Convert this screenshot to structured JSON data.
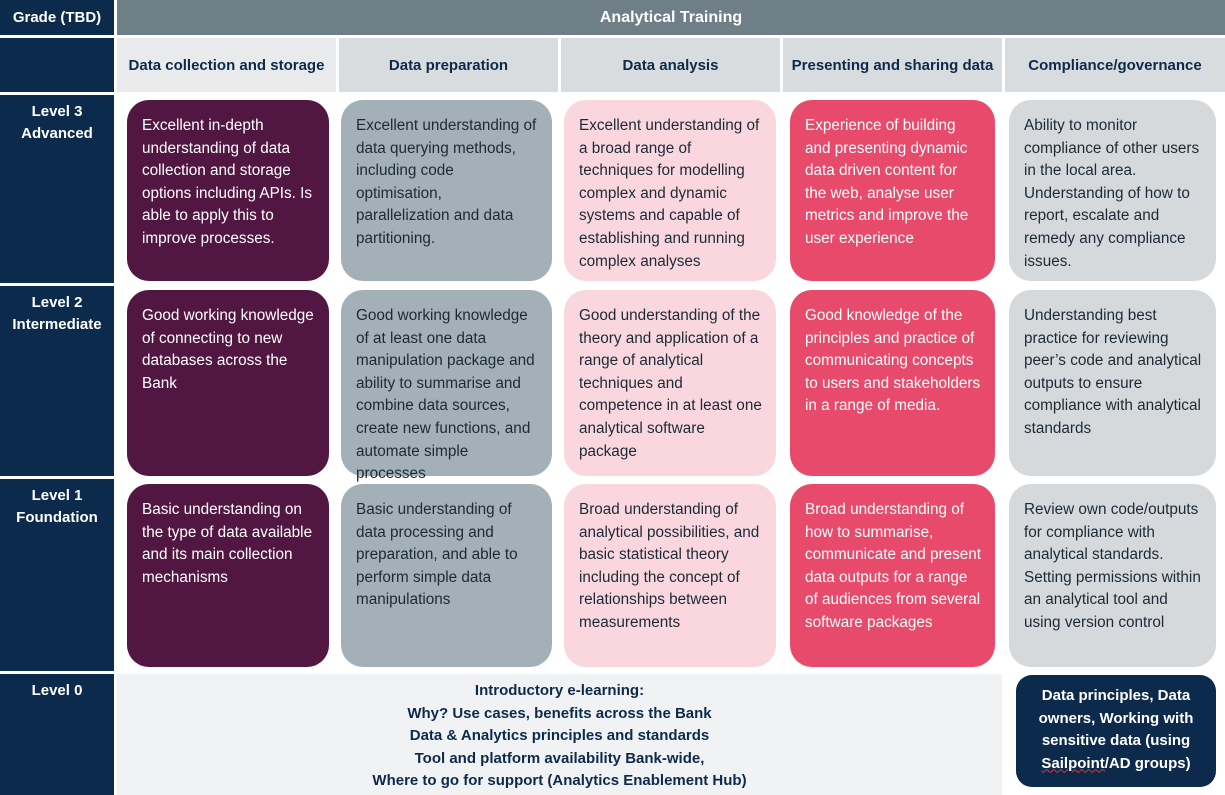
{
  "header": {
    "grade_label": "Grade (TBD)",
    "title": "Analytical Training"
  },
  "columns": [
    "Data collection and storage",
    "Data preparation",
    "Data analysis",
    "Presenting and sharing data",
    "Compliance/governance"
  ],
  "levels": [
    {
      "label": "Level 3\nAdvanced",
      "cells": [
        "Excellent in-depth understanding of data collection and storage options including APIs. Is able to apply this to improve processes.",
        "Excellent understanding of data querying methods, including code optimisation, parallelization and data partitioning.",
        "Excellent understanding of a broad range of techniques for modelling complex and dynamic systems and capable of establishing and running complex analyses",
        "Experience of building and presenting dynamic data driven content for the web, analyse user metrics and improve the user experience",
        "Ability to monitor compliance of other users in the local area. Understanding of how to report, escalate and remedy any compliance issues."
      ]
    },
    {
      "label": "Level 2\nIntermediate",
      "cells": [
        "Good working knowledge of connecting to new databases across the Bank",
        "Good working knowledge of at least one data manipulation package and ability to summarise and combine data sources, create new functions, and automate simple processes",
        "Good understanding of the theory and application of a range of analytical techniques and competence in at least one analytical software package",
        "Good knowledge of the principles and practice of communicating concepts to users and stakeholders in a range of media.",
        "Understanding best practice for reviewing peer’s code and analytical outputs  to ensure compliance with analytical standards"
      ]
    },
    {
      "label": "Level 1\nFoundation",
      "cells": [
        "Basic understanding on the type of data available and its main collection mechanisms",
        "Basic understanding of data processing and preparation, and able to perform simple data manipulations",
        "Broad understanding of analytical possibilities, and basic statistical theory including the concept of relationships between measurements",
        "Broad understanding of how to summarise, communicate and present data outputs for a range of audiences from several software packages",
        "Review own code/outputs for compliance with analytical standards. Setting permissions within an analytical tool and using version control"
      ]
    }
  ],
  "level0": {
    "label": "Level 0",
    "lines": [
      "Introductory e-learning:",
      "Why? Use cases, benefits across the Bank",
      "Data & Analytics principles and standards",
      "Tool and platform availability Bank-wide,",
      "Where to go for support (Analytics Enablement Hub)"
    ],
    "card_before": "Data principles, Data owners, Working with sensitive data (using ",
    "card_underlined": "Sailpoint",
    "card_after": "/AD groups)"
  },
  "colors": {
    "navy": "#0c2a4b",
    "slate_header": "#6e7f88",
    "plum": "#521642",
    "grey_blue": "#a4b0b8",
    "pink": "#fad7df",
    "rose": "#e84a6b",
    "light_grey": "#d6d9db"
  }
}
